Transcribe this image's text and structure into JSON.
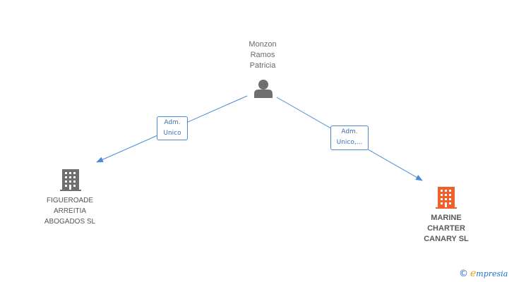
{
  "person": {
    "name": "Monzon\nRamos\nPatricia",
    "icon": "person-icon"
  },
  "companies": [
    {
      "name": "FIGUEROADE\nARREITIA\nABOGADOS SL",
      "icon": "building-icon",
      "color": "#6f6f6f"
    },
    {
      "name": "MARINE\nCHARTER\nCANARY SL",
      "icon": "building-icon",
      "color": "#f0602a"
    }
  ],
  "edges": [
    {
      "label": "Adm.\nUnico"
    },
    {
      "label": "Adm.\nUnico,..."
    }
  ],
  "colors": {
    "edge": "#4a8ad6",
    "person": "#6f6f6f"
  },
  "watermark": {
    "copyright": "©",
    "brand_initial": "e",
    "brand_rest": "mpresia"
  }
}
